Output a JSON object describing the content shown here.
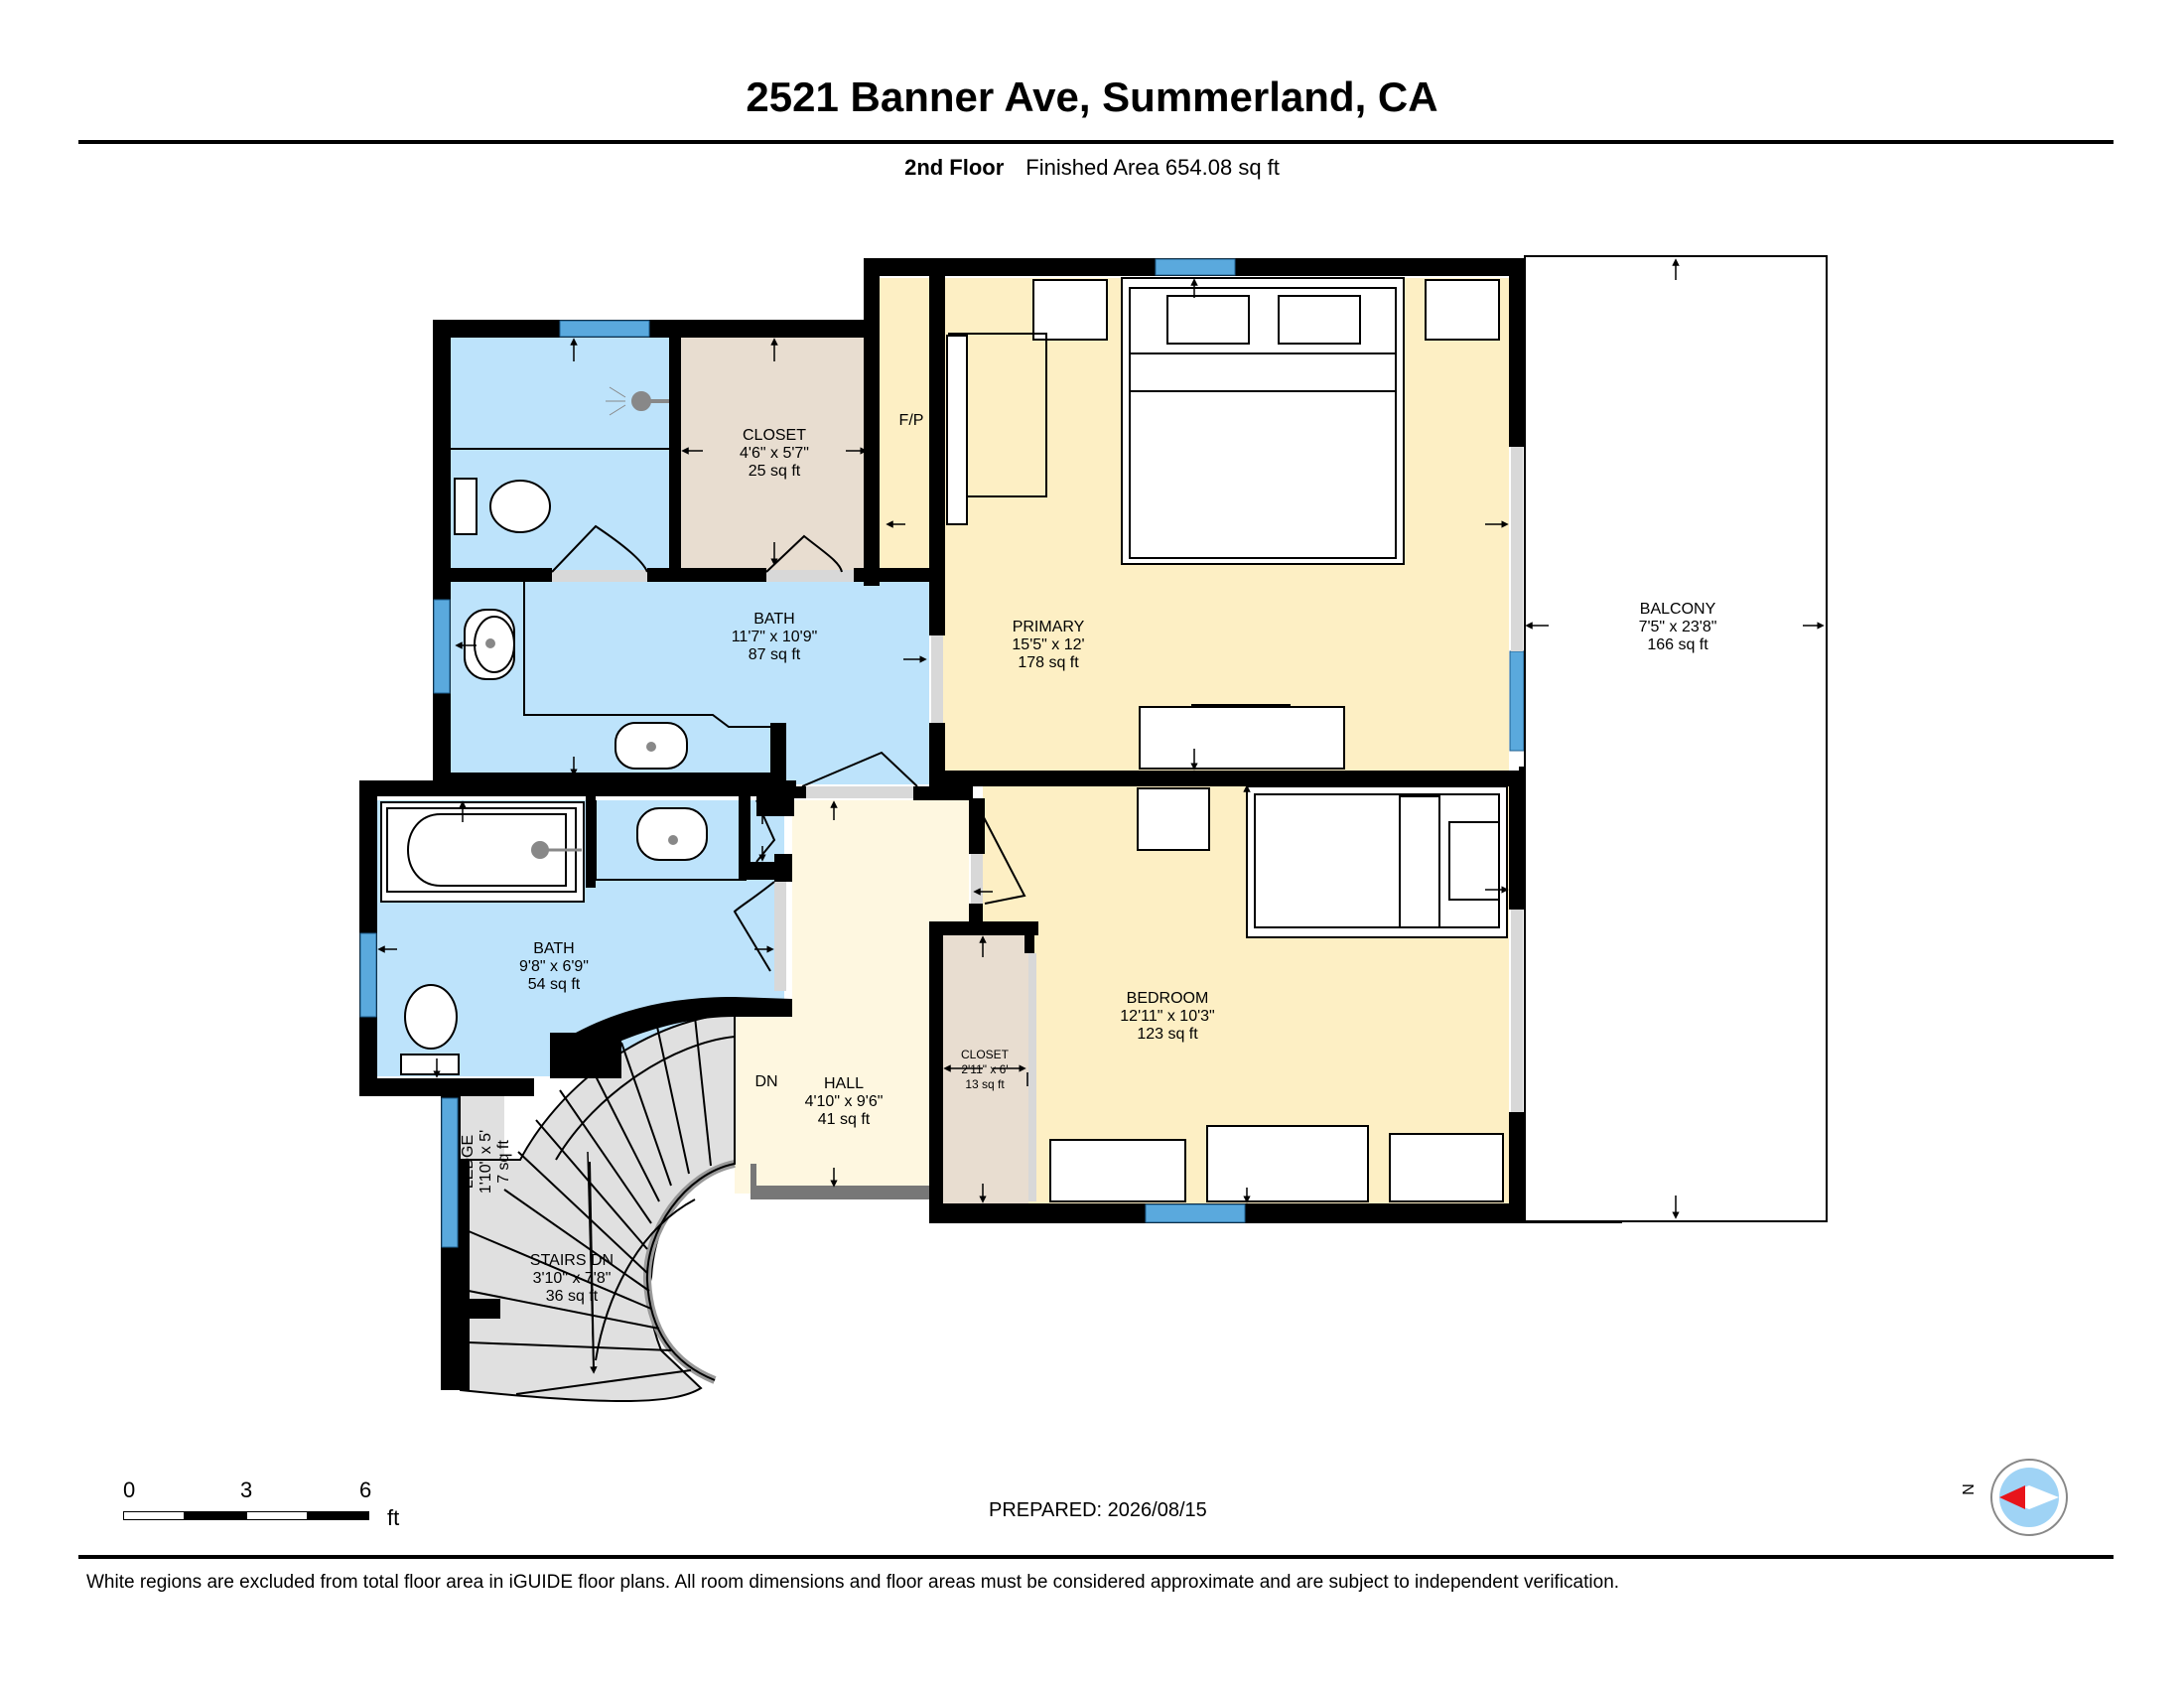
{
  "header": {
    "address": "2521 Banner Ave, Summerland, CA",
    "floor_label": "2nd Floor",
    "finished_area": "Finished Area 654.08 sq ft"
  },
  "rooms": {
    "closet_upper": {
      "name": "CLOSET",
      "dims": "4'6\" x 5'7\"",
      "area": "25 sq ft"
    },
    "fireplace": {
      "name": "F/P"
    },
    "bath_upper": {
      "name": "BATH",
      "dims": "11'7\" x 10'9\"",
      "area": "87 sq ft"
    },
    "primary": {
      "name": "PRIMARY",
      "dims": "15'5\" x 12'",
      "area": "178 sq ft"
    },
    "balcony": {
      "name": "BALCONY",
      "dims": "7'5\" x 23'8\"",
      "area": "166 sq ft"
    },
    "bath_lower": {
      "name": "BATH",
      "dims": "9'8\" x 6'9\"",
      "area": "54 sq ft"
    },
    "bedroom": {
      "name": "BEDROOM",
      "dims": "12'11\" x 10'3\"",
      "area": "123 sq ft"
    },
    "closet_small": {
      "name": "CLOSET",
      "dims": "2'11\" x 6'",
      "area": "13 sq ft"
    },
    "hall": {
      "name": "HALL",
      "dims": "4'10\" x 9'6\"",
      "area": "41 sq ft"
    },
    "stairs_dn_label": "DN",
    "ledge": {
      "name": "LEDGE",
      "dims": "1'10\" x 5'",
      "area": "7 sq ft"
    },
    "stairs": {
      "name": "STAIRS DN",
      "dims": "3'10\" x 7'8\"",
      "area": "36 sq ft"
    }
  },
  "scale": {
    "labels": [
      "0",
      "3",
      "6"
    ],
    "unit": "ft"
  },
  "compass": {
    "label": "N"
  },
  "prepared": "PREPARED: 2026/08/15",
  "disclaimer": "White regions are excluded from total floor area in iGUIDE floor plans. All room dimensions and floor areas must be considered approximate and are subject to independent verification.",
  "colors": {
    "wet_room": "#bde3fb",
    "closet": "#e8ddd0",
    "living": "#fdefc4",
    "hall": "#fef7e0",
    "wall": "#000000",
    "window": "#5aa9dd",
    "stairs": "#e0e0e0",
    "door_gap": "#d8d8d8",
    "compass_arrow": "#e8141b",
    "compass_disc": "#9fd3f5"
  }
}
